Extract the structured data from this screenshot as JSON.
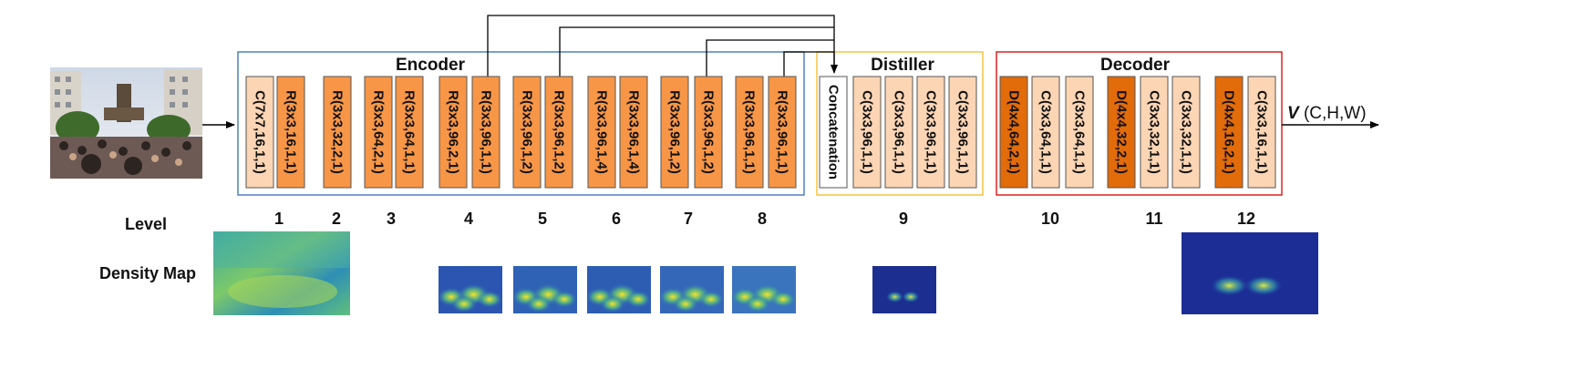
{
  "colors": {
    "light_block": "#fcd5b4",
    "mid_block": "#f79646",
    "dark_block": "#e26b0a",
    "encoder_border": "#4f81bd",
    "distiller_border": "#f5c342",
    "decoder_border": "#e02020"
  },
  "groups": {
    "encoder": "Encoder",
    "distiller": "Distiller",
    "decoder": "Decoder"
  },
  "blocks": [
    {
      "label": "C(7x7,16,1,1)",
      "style": "light"
    },
    {
      "label": "R(3x3,16,1,1)",
      "style": "mid"
    },
    {
      "label": "R(3x3,32,2,1)",
      "style": "mid"
    },
    {
      "label": "R(3x3,64,2,1)",
      "style": "mid"
    },
    {
      "label": "R(3x3,64,1,1)",
      "style": "mid"
    },
    {
      "label": "R(3x3,96,2,1)",
      "style": "mid"
    },
    {
      "label": "R(3x3,96,1,1)",
      "style": "mid"
    },
    {
      "label": "R(3x3,96,1,2)",
      "style": "mid"
    },
    {
      "label": "R(3x3,96,1,2)",
      "style": "mid"
    },
    {
      "label": "R(3x3,96,1,4)",
      "style": "mid"
    },
    {
      "label": "R(3x3,96,1,4)",
      "style": "mid"
    },
    {
      "label": "R(3x3,96,1,2)",
      "style": "mid"
    },
    {
      "label": "R(3x3,96,1,2)",
      "style": "mid"
    },
    {
      "label": "R(3x3,96,1,1)",
      "style": "mid"
    },
    {
      "label": "R(3x3,96,1,1)",
      "style": "mid"
    },
    {
      "label": "Concatenation",
      "style": "white"
    },
    {
      "label": "C(3x3,96,1,1)",
      "style": "light"
    },
    {
      "label": "C(3x3,96,1,1)",
      "style": "light"
    },
    {
      "label": "C(3x3,96,1,1)",
      "style": "light"
    },
    {
      "label": "C(3x3,96,1,1)",
      "style": "light"
    },
    {
      "label": "D(4x4,64,2,1)",
      "style": "dark"
    },
    {
      "label": "C(3x3,64,1,1)",
      "style": "light"
    },
    {
      "label": "C(3x3,64,1,1)",
      "style": "light"
    },
    {
      "label": "D(4x4,32,2,1)",
      "style": "dark"
    },
    {
      "label": "C(3x3,32,1,1)",
      "style": "light"
    },
    {
      "label": "C(3x3,32,1,1)",
      "style": "light"
    },
    {
      "label": "D(4x4,16,2,1)",
      "style": "dark"
    },
    {
      "label": "C(3x3,16,1,1)",
      "style": "light"
    }
  ],
  "row_labels": {
    "level": "Level",
    "density_map": "Density Map"
  },
  "levels": [
    "1",
    "2",
    "3",
    "4",
    "5",
    "6",
    "7",
    "8",
    "9",
    "10",
    "11",
    "12"
  ],
  "output": {
    "symbol": "V",
    "dims": " (C,H,W)"
  },
  "density_map_levels": [
    "1",
    "4",
    "5",
    "6",
    "7",
    "8",
    "9",
    "12"
  ]
}
